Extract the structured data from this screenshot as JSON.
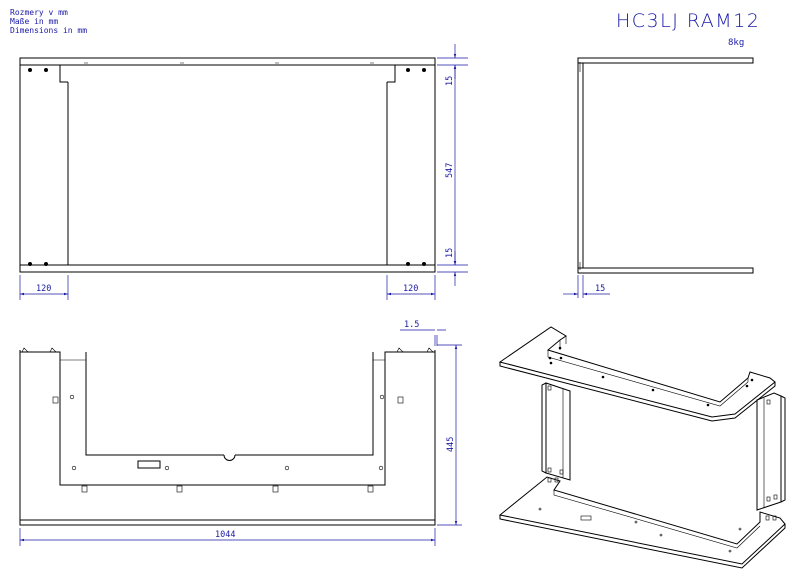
{
  "header": {
    "units_lines": [
      "Rozmery v mm",
      "Maße in mm",
      "Dimensions in mm"
    ],
    "title": "HC3LJ RAM12",
    "weight": "8kg"
  },
  "dimensions": {
    "front_top_flange": "15",
    "front_height": "547",
    "front_bottom_flange": "15",
    "front_left_width": "120",
    "front_right_width": "120",
    "side_flange": "15",
    "plan_thickness": "1.5",
    "plan_depth": "445",
    "plan_length": "1044"
  }
}
